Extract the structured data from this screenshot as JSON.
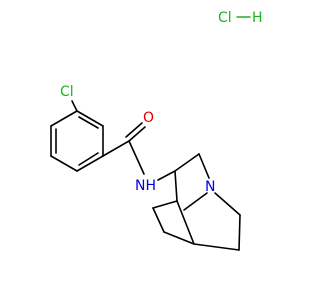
{
  "molecule": {
    "salt": {
      "cl_label": "Cl",
      "h_label": "H",
      "color": "#1fb21f"
    },
    "atoms": {
      "ring_chlorine": {
        "label": "Cl",
        "color": "#1fb21f"
      },
      "carbonyl_oxygen": {
        "label": "O",
        "color": "#e00000"
      },
      "amide_nitrogen": {
        "label": "NH",
        "color": "#0000e0"
      },
      "bridgehead_nitrogen": {
        "label": "N",
        "color": "#0000e0"
      }
    },
    "bond_color": "#000000"
  }
}
